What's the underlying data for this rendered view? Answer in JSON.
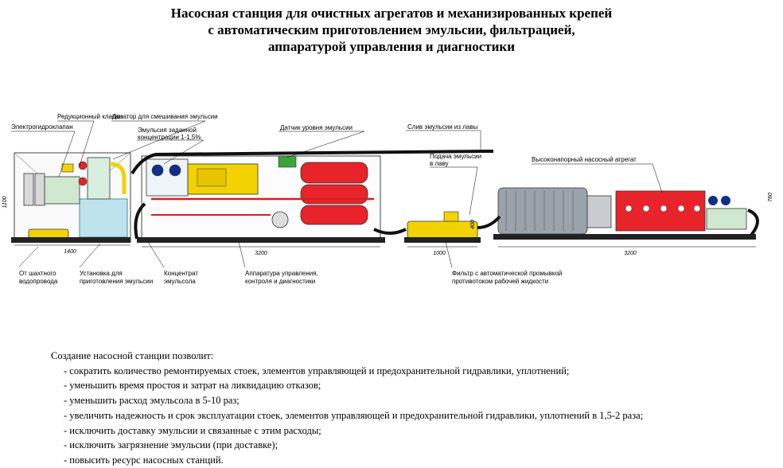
{
  "title": {
    "line1": "Насосная станция для очистных агрегатов и механизированных крепей",
    "line2": "с автоматическим приготовлением эмульсии, фильтрацией,",
    "line3": "аппаратурой управления и диагностики"
  },
  "labels": {
    "reduction_valve": "Редукционный клапан",
    "dosator": "Дозатор для смешивания эмульсии",
    "electrohydrovalve": "Электрогидроклапан",
    "emulsion_conc_1": "Эмульсия заданной",
    "emulsion_conc_2": "концентрации 1-1,5%",
    "level_sensor": "Датчик уровня эмульсии",
    "emulsion_drain": "Слив эмульсии из лавы",
    "emulsion_supply_1": "Подача эмульсии",
    "emulsion_supply_2": "в лаву",
    "hp_pump_unit": "Высоконапорный насосный агрегат",
    "mine_water_1": "От шахтного",
    "mine_water_2": "водопровода",
    "prep_unit_1": "Установка для",
    "prep_unit_2": "приготовления эмульсии",
    "concentrate_1": "Концентрат",
    "concentrate_2": "эмульсола",
    "control_equipment_1": "Аппаратура управления,",
    "control_equipment_2": "контроля и диагностики",
    "filter_1": "Фильтр с автоматической промывкой",
    "filter_2": "противотоком рабочей жидкости"
  },
  "dimensions": {
    "prep_height": "1100",
    "prep_length": "1400",
    "tank_length": "3200",
    "filter_length": "1000",
    "pump_length": "3200",
    "filter_height": "400",
    "pump_height": "780"
  },
  "description": {
    "intro": "Создание насосной станции позволит:",
    "items": [
      "- сократить количество ремонтируемых стоек, элементов управляющей и предохранительной гидравлики, уплотнений;",
      "- уменьшить время простоя и затрат на ликвидацию отказов;",
      "- уменьшить расход эмульсола в 5-10 раз;",
      "- увеличить надежность и срок эксплуатации стоек, элементов управляющей и предохранительной гидравлики, уплотнений в 1,5-2 раза;",
      "- исключить доставку эмульсии и связанные с этим расходы;",
      "- исключить загрязнение эмульсии (при доставке);",
      "- повысить ресурс насосных станций."
    ]
  },
  "colors": {
    "tank_red": "#e8232a",
    "panel_yellow": "#f2d200",
    "motor_gray": "#9aa3ab",
    "water_blue": "#bfe3ec",
    "hose_black": "#111111",
    "valve_green": "#3aa43a",
    "pipe_red": "#d42020"
  }
}
